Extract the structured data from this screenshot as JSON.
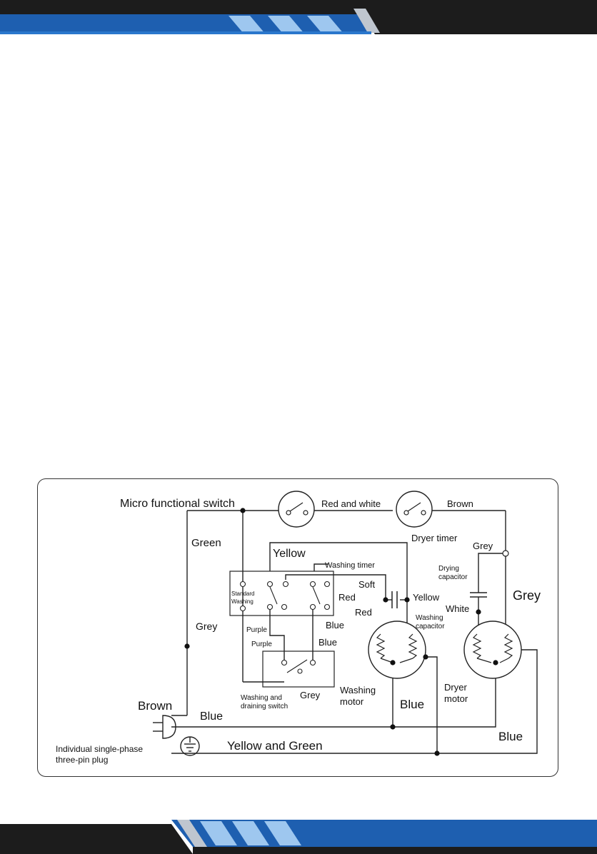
{
  "header_band": {
    "dark_color": "#1c1c1c",
    "blue_color": "#1e5fb0",
    "light_blue": "#9ec7ef"
  },
  "diagram": {
    "labels": {
      "micro_switch": "Micro functional switch",
      "red_and_white": "Red and white",
      "brown_top": "Brown",
      "dryer_timer": "Dryer timer",
      "green": "Green",
      "yellow_top": "Yellow",
      "washing_timer": "Washing timer",
      "grey_top": "Grey",
      "drying_capacitor": "Drying\ncapacitor",
      "drying_capacitor_l1": "Drying",
      "drying_capacitor_l2": "capacitor",
      "grey_right": "Grey",
      "soft": "Soft",
      "red_1": "Red",
      "red_2": "Red",
      "yellow_cap": "Yellow",
      "white": "White",
      "standard": "Standard",
      "washing": "Washing",
      "washing_capacitor_l1": "Washing",
      "washing_capacitor_l2": "capacitor",
      "grey_left": "Grey",
      "purple_1": "Purple",
      "purple_2": "Purple",
      "blue_1": "Blue",
      "blue_2": "Blue",
      "washing_draining_l1": "Washing and",
      "washing_draining_l2": "draining switch",
      "grey_switch": "Grey",
      "washing_motor_l1": "Washing",
      "washing_motor_l2": "motor",
      "dryer_motor_l1": "Dryer",
      "dryer_motor_l2": "motor",
      "brown_plug": "Brown",
      "blue_plug": "Blue",
      "blue_bottom_mid": "Blue",
      "blue_bottom_right": "Blue",
      "yellow_and_green": "Yellow and Green",
      "plug_l1": "Individual single-phase",
      "plug_l2": "three-pin plug"
    }
  }
}
